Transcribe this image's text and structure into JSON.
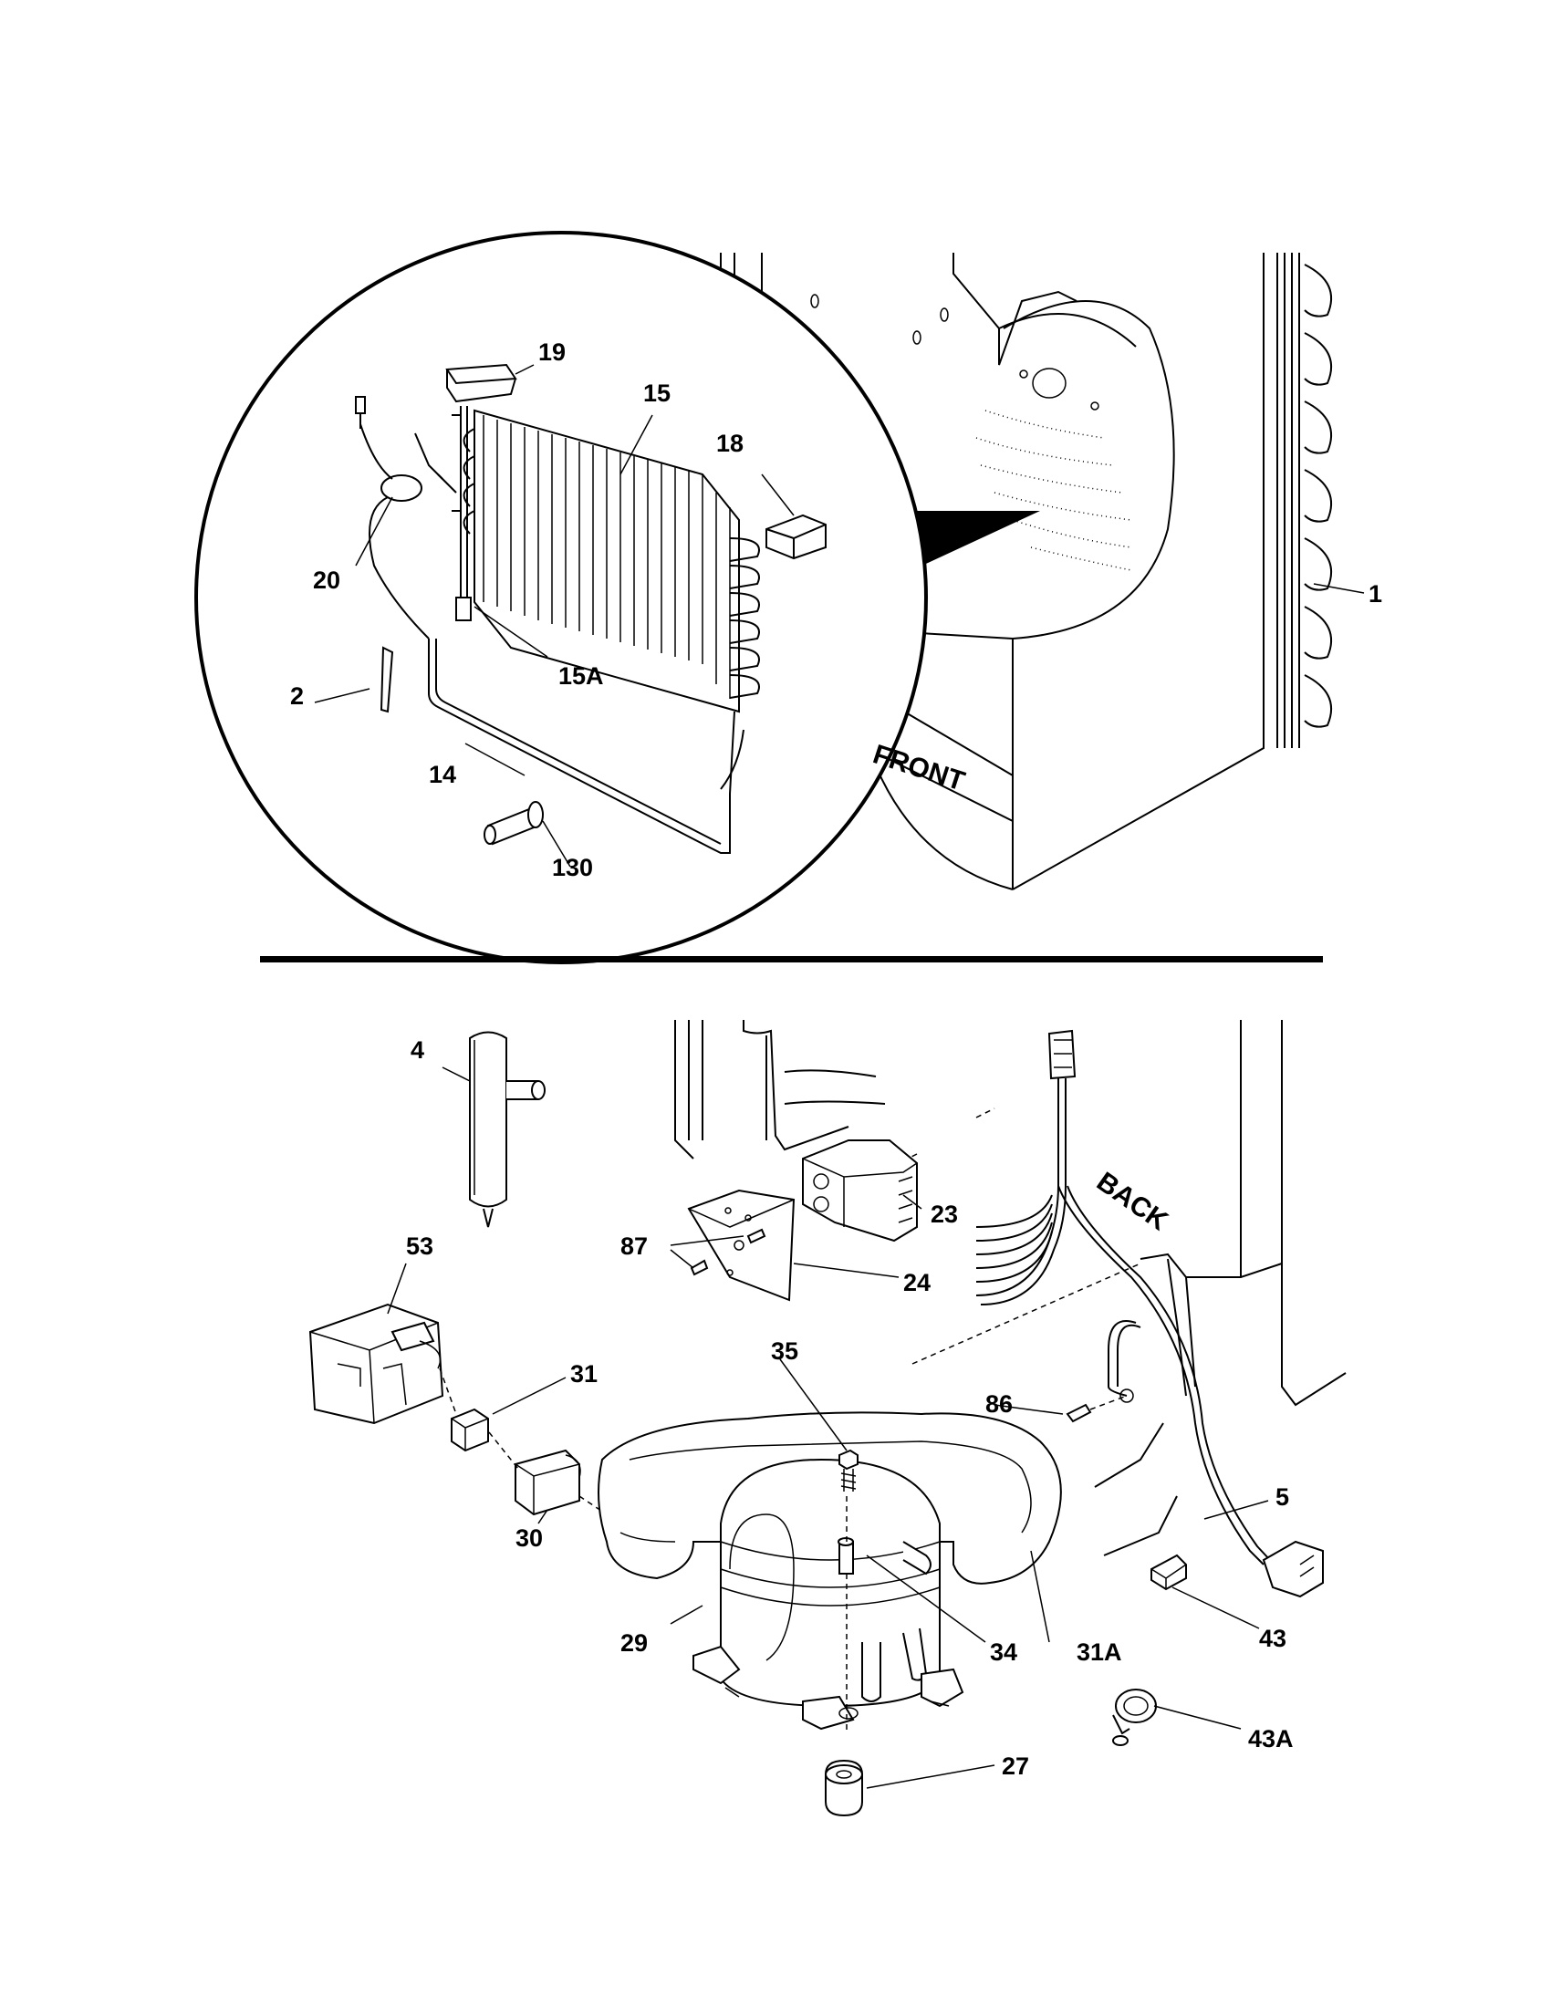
{
  "callouts": {
    "p1": "1",
    "p2": "2",
    "p4": "4",
    "p5": "5",
    "p14": "14",
    "p15": "15",
    "p15a": "15A",
    "p18": "18",
    "p19": "19",
    "p20": "20",
    "p23": "23",
    "p24": "24",
    "p27": "27",
    "p29": "29",
    "p30": "30",
    "p31": "31",
    "p31a": "31A",
    "p34": "34",
    "p35": "35",
    "p43": "43",
    "p43a": "43A",
    "p53": "53",
    "p86": "86",
    "p87": "87",
    "p130": "130"
  },
  "orientation": {
    "front": "FRONT",
    "back": "BACK"
  }
}
